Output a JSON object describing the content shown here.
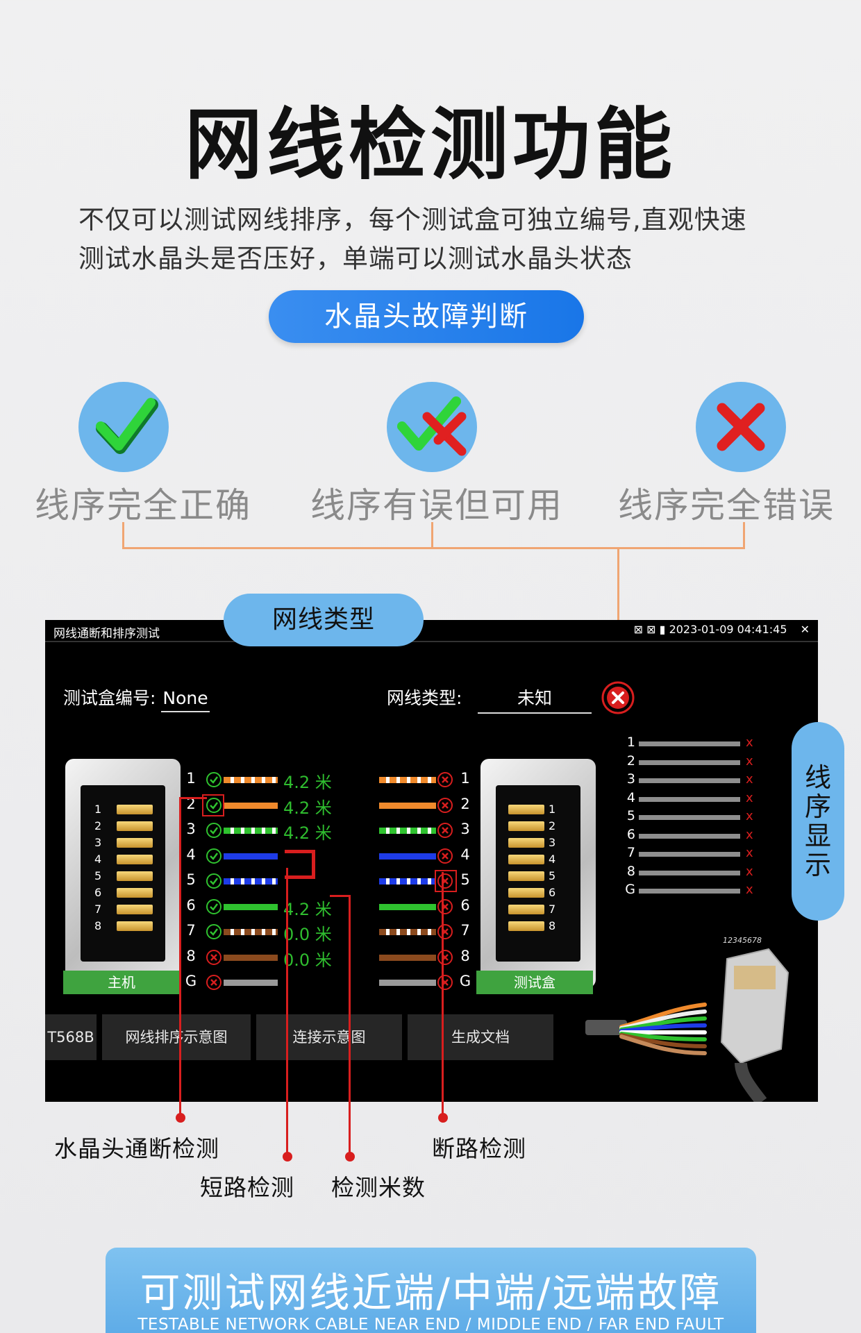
{
  "header": {
    "title": "网线检测功能",
    "desc_line1": "不仅可以测试网线排序，每个测试盒可独立编号,直观快速",
    "desc_line2": "测试水晶头是否压好，单端可以测试水晶头状态",
    "pill": "水晶头故障判断"
  },
  "statuses": [
    {
      "label": "线序完全正确",
      "icon": "check-icon"
    },
    {
      "label": "线序有误但可用",
      "icon": "check-cross-icon"
    },
    {
      "label": "线序完全错误",
      "icon": "cross-icon"
    }
  ],
  "screen": {
    "title": "网线通断和排序测试",
    "datetime": "2023-01-09 04:41:45",
    "close": "✕",
    "type_pill": "网线类型",
    "side_pill": "线序显示",
    "box_id_label": "测试盒编号:",
    "box_id_value": "None",
    "cable_type_label": "网线类型:",
    "cable_type_value": "未知",
    "host_button": "主机",
    "tester_button": "测试盒",
    "connector_pins": [
      "1",
      "2",
      "3",
      "4",
      "5",
      "6",
      "7",
      "8"
    ],
    "pins": [
      "1",
      "2",
      "3",
      "4",
      "5",
      "6",
      "7",
      "8",
      "G"
    ],
    "distances": [
      "4.2 米",
      "4.2 米",
      "4.2 米",
      "4.2 米",
      "0.0 米",
      "0.0 米"
    ],
    "wire_map": [
      "1",
      "2",
      "3",
      "4",
      "5",
      "6",
      "7",
      "8",
      "G"
    ],
    "wire_map_mark": "x",
    "plug_label": "12345678",
    "bottom_buttons": [
      "T568B",
      "网线排序示意图",
      "连接示意图",
      "生成文档"
    ],
    "colors": {
      "orange": "#f08a2c",
      "green": "#2fc22f",
      "blue": "#1e3ce8",
      "brown": "#8b4a1e",
      "gray": "#9a9a9a",
      "red": "#d81e1e"
    }
  },
  "annotations": {
    "crystal_head": "水晶头通断检测",
    "short": "短路检测",
    "meters": "检测米数",
    "open": "断路检测"
  },
  "footer": {
    "cn": "可测试网线近端/中端/远端故障",
    "en": "TESTABLE NETWORK CABLE NEAR END / MIDDLE END / FAR END FAULT"
  }
}
